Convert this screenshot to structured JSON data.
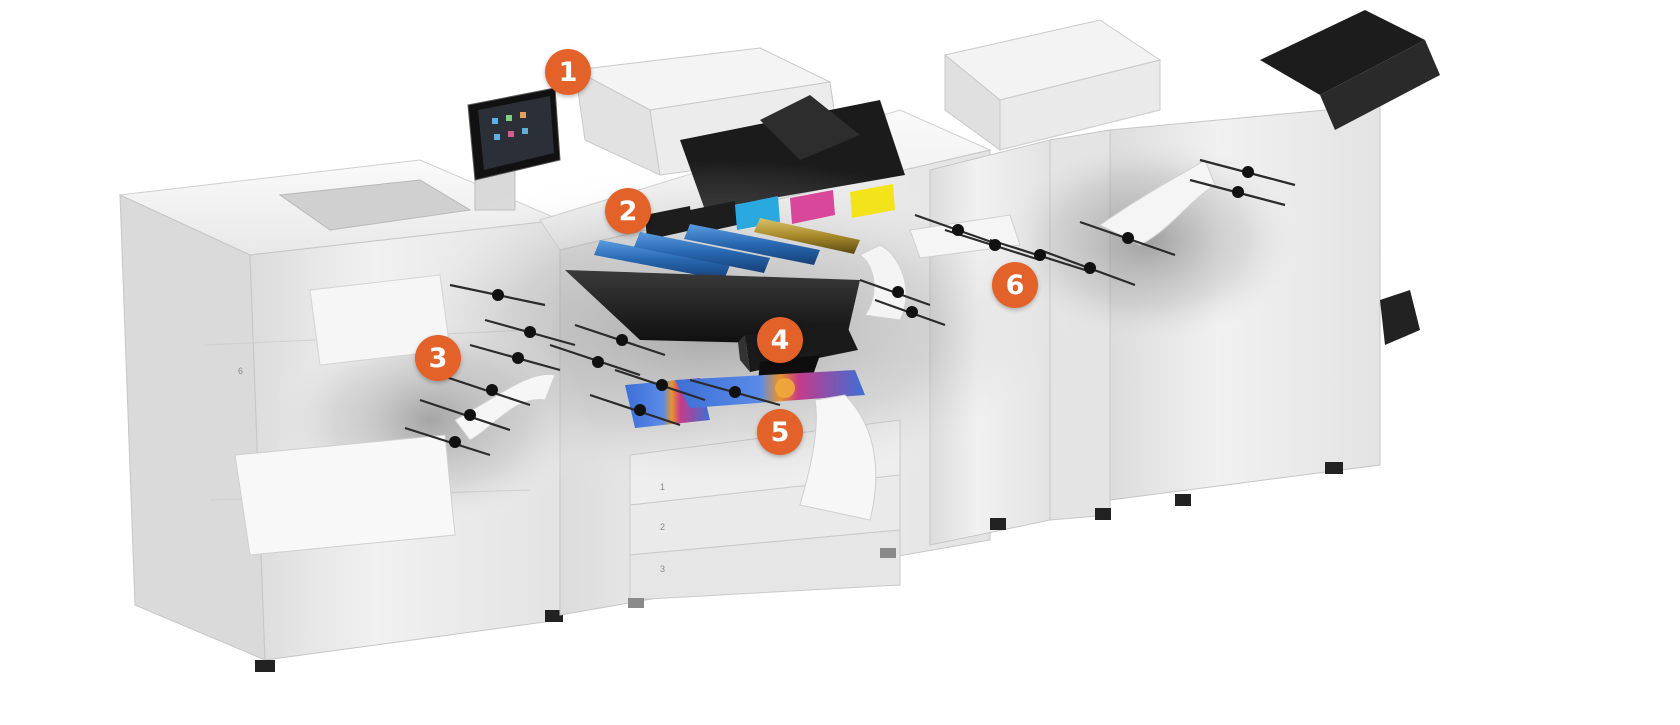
{
  "diagram": {
    "colors": {
      "callout": "#e2622a",
      "cyan": "#29a9df",
      "magenta": "#d9479a",
      "yellow": "#f3e31b",
      "black": "#1d1d1d",
      "roller_blue": "#2f72b8",
      "paper": "#f6f6f6",
      "body": "#ededed"
    },
    "callouts": [
      {
        "id": "1",
        "label": "1",
        "target": "scanner-document-feeder"
      },
      {
        "id": "2",
        "label": "2",
        "target": "toner-cartridges"
      },
      {
        "id": "3",
        "label": "3",
        "target": "paper-feed-path"
      },
      {
        "id": "4",
        "label": "4",
        "target": "transfer-unit"
      },
      {
        "id": "5",
        "label": "5",
        "target": "printed-sheets"
      },
      {
        "id": "6",
        "label": "6",
        "target": "finisher-paper-path"
      }
    ],
    "tray_numbers": [
      "1",
      "2",
      "3"
    ],
    "hci_tray_number": "6"
  }
}
